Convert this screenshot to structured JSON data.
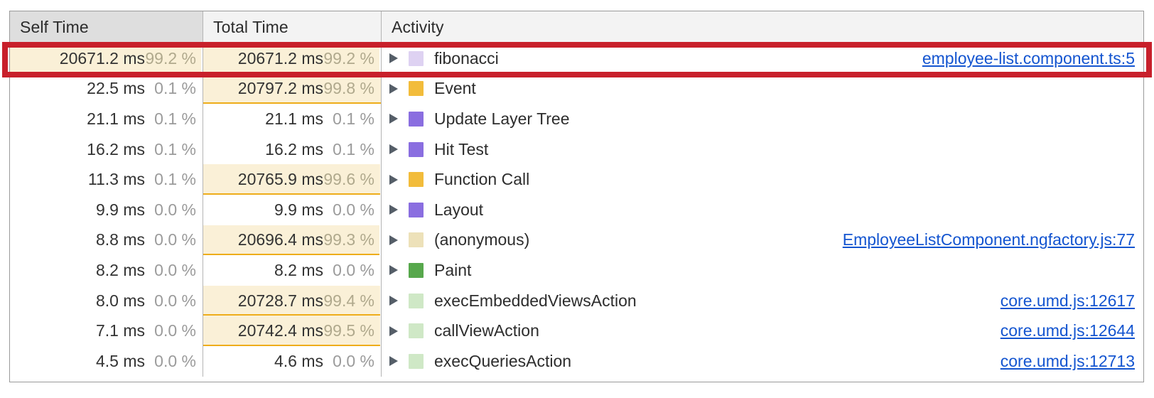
{
  "panel": {
    "name": "bottom-up-profiler-table",
    "columns": [
      {
        "key": "self_time",
        "label": "Self Time",
        "sorted": true
      },
      {
        "key": "total_time",
        "label": "Total Time",
        "sorted": false
      },
      {
        "key": "activity",
        "label": "Activity",
        "sorted": false
      }
    ]
  },
  "colors": {
    "highlight_box": "#c8202b",
    "bar_fill": "#faf0d7",
    "bar_underline": "#eead1a",
    "link": "#1455d0",
    "header_bg": "#f3f3f3",
    "header_sorted_bg": "#dedede",
    "swatch_scripting": "#f2bc3b",
    "swatch_rendering": "#8a6ee0",
    "swatch_painting": "#57a84c",
    "swatch_fibonacci": "#ded2f2",
    "swatch_anonymous": "#ede1b9",
    "swatch_core_fn": "#cfe8c6"
  },
  "rows": [
    {
      "self_ms": "20671.2 ms",
      "self_pct": "99.2 %",
      "self_bar": 99.2,
      "total_ms": "20671.2 ms",
      "total_pct": "99.2 %",
      "total_bar": 99.2,
      "activity": "fibonacci",
      "swatch": "#ded2f2",
      "swatch_name": "activity-color-swatch-scripting-light",
      "source": "employee-list.component.ts:5",
      "highlighted": true
    },
    {
      "self_ms": "22.5 ms",
      "self_pct": "0.1 %",
      "self_bar": 0,
      "total_ms": "20797.2 ms",
      "total_pct": "99.8 %",
      "total_bar": 99.8,
      "activity": "Event",
      "swatch": "#f2bc3b",
      "swatch_name": "activity-color-swatch-scripting",
      "source": "",
      "highlighted": false
    },
    {
      "self_ms": "21.1 ms",
      "self_pct": "0.1 %",
      "self_bar": 0,
      "total_ms": "21.1 ms",
      "total_pct": "0.1 %",
      "total_bar": 0,
      "activity": "Update Layer Tree",
      "swatch": "#8a6ee0",
      "swatch_name": "activity-color-swatch-rendering",
      "source": "",
      "highlighted": false
    },
    {
      "self_ms": "16.2 ms",
      "self_pct": "0.1 %",
      "self_bar": 0,
      "total_ms": "16.2 ms",
      "total_pct": "0.1 %",
      "total_bar": 0,
      "activity": "Hit Test",
      "swatch": "#8a6ee0",
      "swatch_name": "activity-color-swatch-rendering",
      "source": "",
      "highlighted": false
    },
    {
      "self_ms": "11.3 ms",
      "self_pct": "0.1 %",
      "self_bar": 0,
      "total_ms": "20765.9 ms",
      "total_pct": "99.6 %",
      "total_bar": 99.6,
      "activity": "Function Call",
      "swatch": "#f2bc3b",
      "swatch_name": "activity-color-swatch-scripting",
      "source": "",
      "highlighted": false
    },
    {
      "self_ms": "9.9 ms",
      "self_pct": "0.0 %",
      "self_bar": 0,
      "total_ms": "9.9 ms",
      "total_pct": "0.0 %",
      "total_bar": 0,
      "activity": "Layout",
      "swatch": "#8a6ee0",
      "swatch_name": "activity-color-swatch-rendering",
      "source": "",
      "highlighted": false
    },
    {
      "self_ms": "8.8 ms",
      "self_pct": "0.0 %",
      "self_bar": 0,
      "total_ms": "20696.4 ms",
      "total_pct": "99.3 %",
      "total_bar": 99.3,
      "activity": "(anonymous)",
      "swatch": "#ede1b9",
      "swatch_name": "activity-color-swatch-scripting-light",
      "source": "EmployeeListComponent.ngfactory.js:77",
      "highlighted": false
    },
    {
      "self_ms": "8.2 ms",
      "self_pct": "0.0 %",
      "self_bar": 0,
      "total_ms": "8.2 ms",
      "total_pct": "0.0 %",
      "total_bar": 0,
      "activity": "Paint",
      "swatch": "#57a84c",
      "swatch_name": "activity-color-swatch-painting",
      "source": "",
      "highlighted": false
    },
    {
      "self_ms": "8.0 ms",
      "self_pct": "0.0 %",
      "self_bar": 0,
      "total_ms": "20728.7 ms",
      "total_pct": "99.4 %",
      "total_bar": 99.4,
      "activity": "execEmbeddedViewsAction",
      "swatch": "#cfe8c6",
      "swatch_name": "activity-color-swatch-core-fn",
      "source": "core.umd.js:12617",
      "highlighted": false
    },
    {
      "self_ms": "7.1 ms",
      "self_pct": "0.0 %",
      "self_bar": 0,
      "total_ms": "20742.4 ms",
      "total_pct": "99.5 %",
      "total_bar": 99.5,
      "activity": "callViewAction",
      "swatch": "#cfe8c6",
      "swatch_name": "activity-color-swatch-core-fn",
      "source": "core.umd.js:12644",
      "highlighted": false
    },
    {
      "self_ms": "4.5 ms",
      "self_pct": "0.0 %",
      "self_bar": 0,
      "total_ms": "4.6 ms",
      "total_pct": "0.0 %",
      "total_bar": 0,
      "activity": "execQueriesAction",
      "swatch": "#cfe8c6",
      "swatch_name": "activity-color-swatch-core-fn",
      "source": "core.umd.js:12713",
      "highlighted": false
    }
  ]
}
